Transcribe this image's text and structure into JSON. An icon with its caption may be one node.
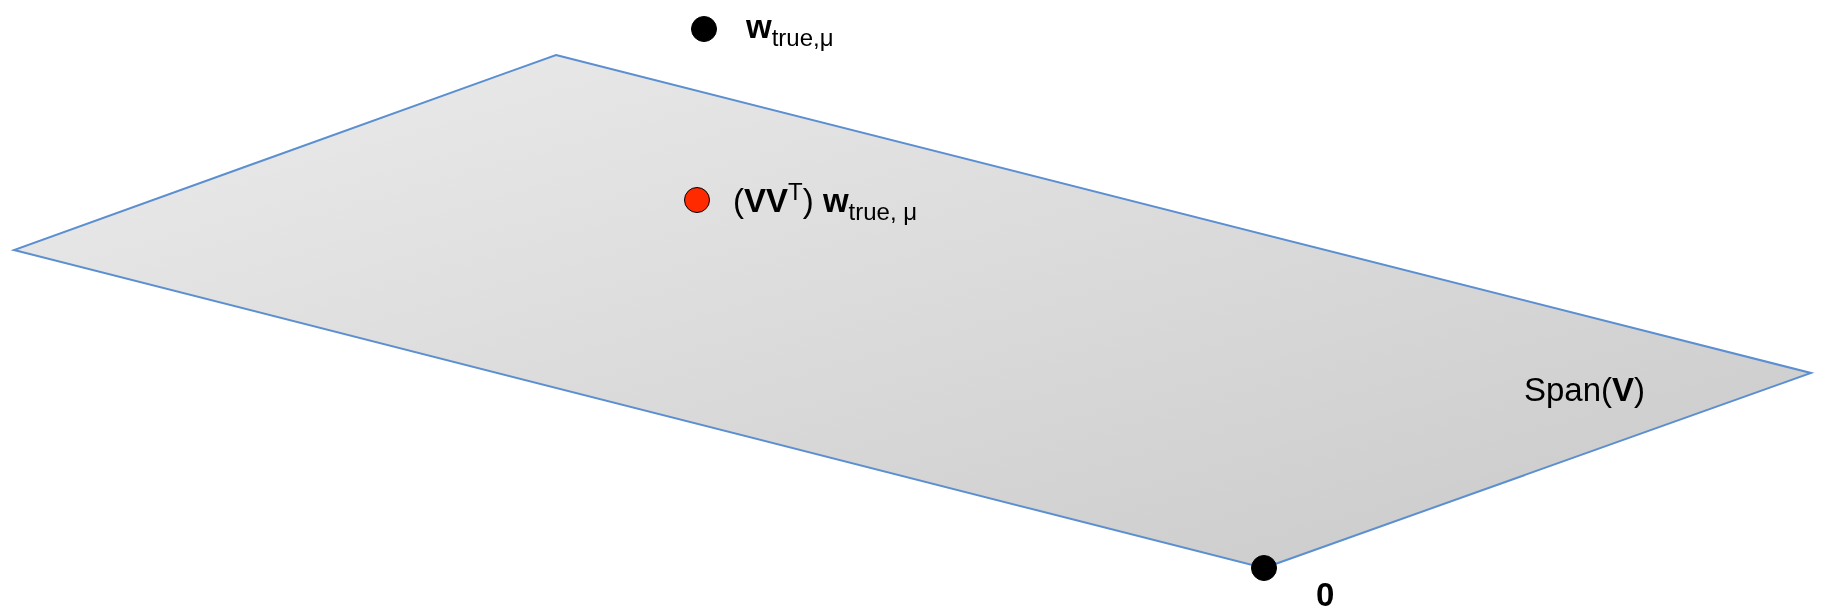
{
  "diagram": {
    "nodes": [
      {
        "text": [
          "Span(**V**)"
        ]
      },
      {
        "text": [],
        "shape": "circle",
        "beside": [
          "**w**$_{true,μ}$"
        ]
      },
      {
        "text": [],
        "shape": "circle",
        "in": 0,
        "beside": [
          "(**VV**$^{T}$) **w**$_{true, μ}$"
        ]
      },
      {
        "text": [],
        "shape": "circle",
        "beside": [
          "0"
        ]
      }
    ]
  }
}
